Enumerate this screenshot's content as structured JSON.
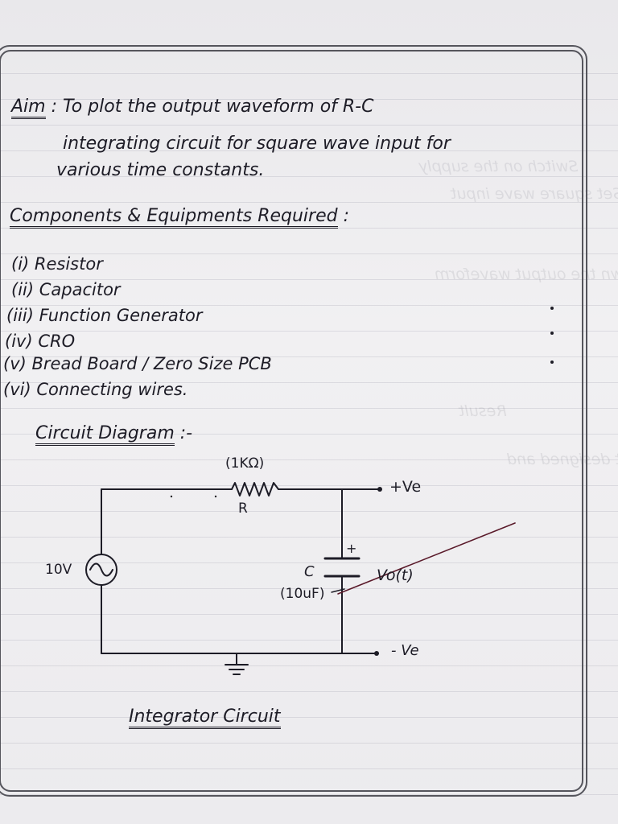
{
  "aim": {
    "heading": "Aim",
    "line1": "To plot the output waveform of R-C",
    "line2": "integrating circuit for square wave input for",
    "line3": "various time constants."
  },
  "components": {
    "heading": "Components & Equipments Required",
    "items": [
      "(i) Resistor",
      "(ii) Capacitor",
      "(iii) Function Generator",
      "(iv) CRO",
      "(v) Bread Board / Zero Size PCB",
      "(vi) Connecting wires."
    ]
  },
  "circuit": {
    "heading": "Circuit Diagram",
    "resistor_value": "(1KΩ)",
    "resistor_label": "R",
    "positive_label": "+Ve",
    "negative_label": "- Ve",
    "source_label": "10V",
    "capacitor_label": "C",
    "capacitor_value": "(10uF)",
    "capacitor_plus": "+",
    "output_label": "Vo(t)",
    "caption": "Integrator Circuit"
  },
  "colors": {
    "ink": "#1d1c26",
    "paper": "#efeef1",
    "output_line": "#5a1a2a"
  }
}
